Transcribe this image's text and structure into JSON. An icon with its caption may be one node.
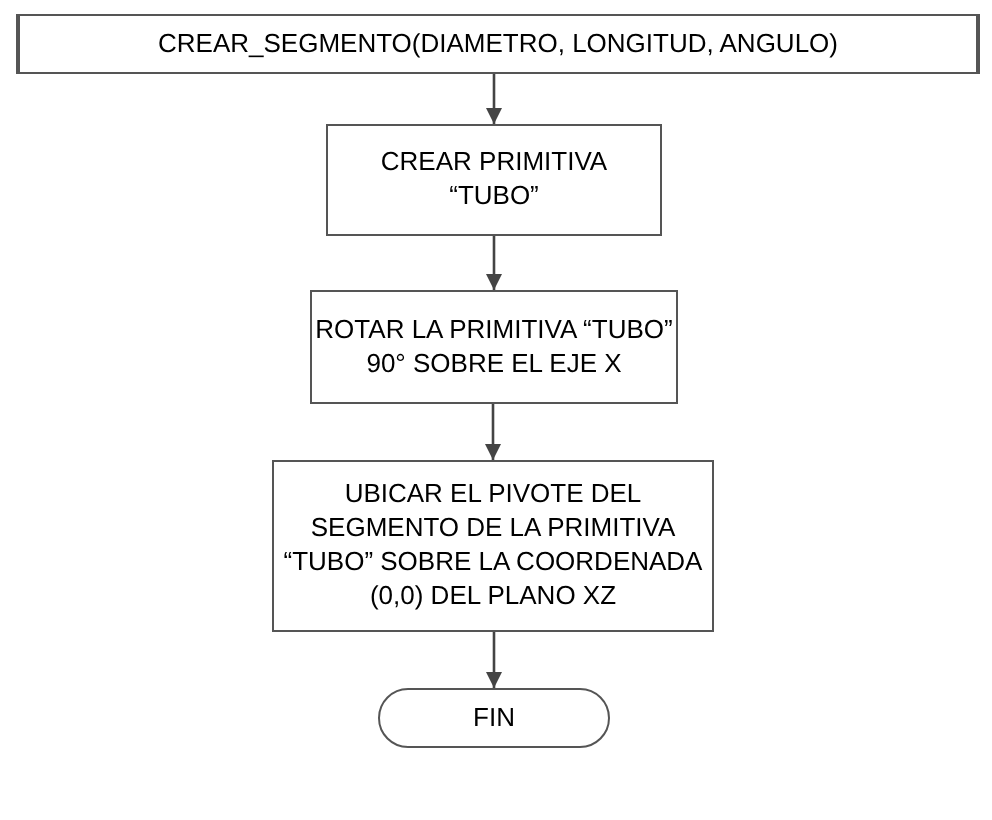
{
  "diagram": {
    "nodes": [
      {
        "text": [
          "CREAR_SEGMENTO(DIAMETRO, LONGITUD, ANGULO)"
        ]
      },
      {
        "text": [
          "CREAR PRIMITIVA “TUBO”"
        ]
      },
      {
        "text": [
          "ROTAR LA PRIMITIVA “TUBO” 90° SOBRE EL EJE X"
        ]
      },
      {
        "text": [
          "UBICAR EL PIVOTE DEL SEGMENTO DE LA PRIMITIVA “TUBO” SOBRE LA COORDENADA (0,0) DEL PLANO XZ"
        ]
      },
      {
        "text": [
          "FIN"
        ]
      }
    ],
    "edges": [
      {
        "from": 0,
        "to": 1,
        "arrow": "to"
      },
      {
        "from": 1,
        "to": 2,
        "arrow": "to"
      },
      {
        "from": 2,
        "to": 3,
        "arrow": "to"
      },
      {
        "from": 3,
        "to": 4,
        "arrow": "to"
      }
    ]
  }
}
